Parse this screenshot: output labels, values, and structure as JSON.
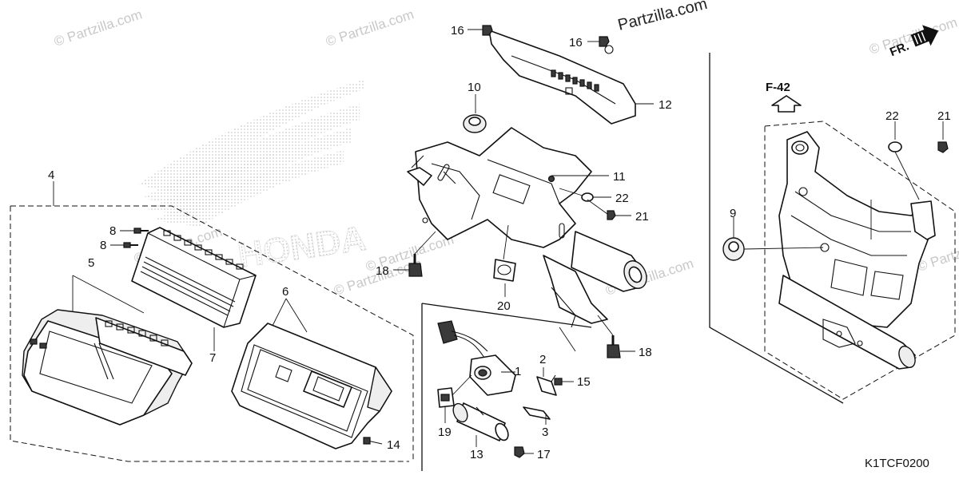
{
  "watermark": {
    "small": "© Partzilla.com",
    "big": "Partzilla.com"
  },
  "front_indicator": {
    "label": "FR."
  },
  "reference": {
    "label": "F-42"
  },
  "diagram_code": "K1TCF0200",
  "callouts": {
    "c1": "1",
    "c2": "2",
    "c3": "3",
    "c4": "4",
    "c5": "5",
    "c6": "6",
    "c7": "7",
    "c8a": "8",
    "c8b": "8",
    "c9": "9",
    "c10": "10",
    "c11": "11",
    "c12": "12",
    "c13": "13",
    "c14": "14",
    "c15": "15",
    "c16a": "16",
    "c16b": "16",
    "c17": "17",
    "c18a": "18",
    "c18b": "18",
    "c19": "19",
    "c20": "20",
    "c21a": "21",
    "c21b": "21",
    "c22a": "22",
    "c22b": "22"
  },
  "colors": {
    "line": "#111111",
    "watermark": "#c8c8c8",
    "background": "#ffffff"
  }
}
